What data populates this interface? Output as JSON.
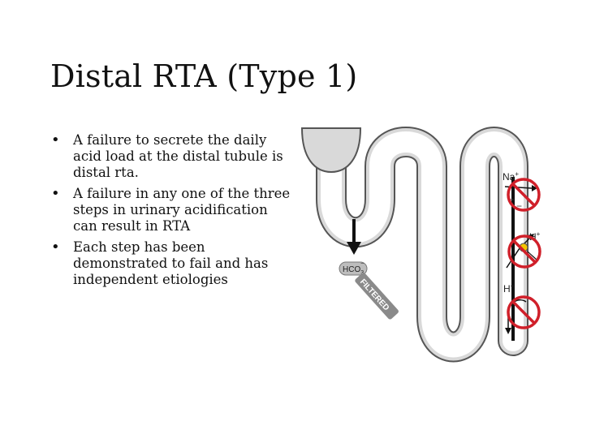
{
  "slide": {
    "title": "Distal RTA (Type 1)",
    "bullets": [
      {
        "marker": "•",
        "text": "A failure to secrete the daily acid load at the distal tubule is distal rta."
      },
      {
        "marker": "•",
        "text": "A failure in any one of the three steps in urinary acidification can result in RTA"
      },
      {
        "marker": "•",
        "text": "Each step has been demonstrated to fail and has independent etiologies"
      }
    ]
  },
  "diagram": {
    "hco3_label": "HCO",
    "hco3_sub": "3",
    "hco3_sup": "−",
    "filtered_label": "FILTERED",
    "na_label": "Na",
    "na_sup": "+",
    "h_label_1": "H",
    "h_sup_1": "+",
    "h_label_2": "H",
    "h_sup_2": "+",
    "prohibit_color": "#d0202a",
    "tubule_fill": "#d9d9d9",
    "tubule_stroke": "#555555"
  }
}
